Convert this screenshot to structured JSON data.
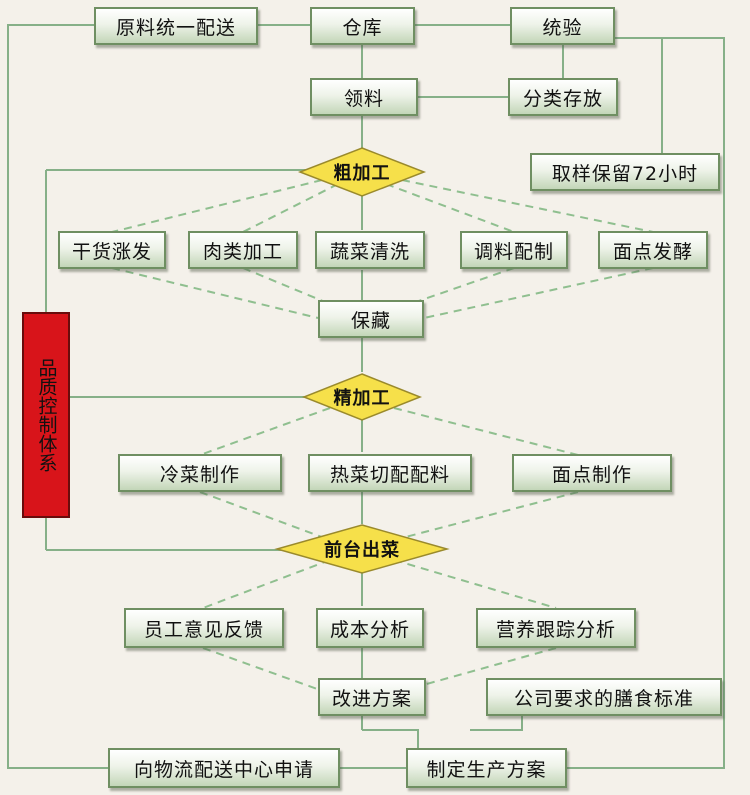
{
  "nodes": {
    "central_delivery": "原料统一配送",
    "warehouse": "仓库",
    "inspection": "统验",
    "requisition": "领料",
    "sorted_storage": "分类存放",
    "sample_retention": "取样保留72小时",
    "rough_processing": "粗加工",
    "dry_goods": "干货涨发",
    "meat_processing": "肉类加工",
    "vegetable_washing": "蔬菜清洗",
    "seasoning": "调料配制",
    "dough_fermentation": "面点发酵",
    "preservation": "保藏",
    "fine_processing": "精加工",
    "cold_dishes": "冷菜制作",
    "hot_dishes": "热菜切配配料",
    "pastry": "面点制作",
    "front_serving": "前台出菜",
    "staff_feedback": "员工意见反馈",
    "cost_analysis": "成本分析",
    "nutrition_tracking": "营养跟踪分析",
    "improvement_plan": "改进方案",
    "company_requirements": "公司要求的膳食标准",
    "logistics_request": "向物流配送中心申请",
    "production_plan": "制定生产方案",
    "quality_system": "品质控制体系"
  },
  "colors": {
    "box_border": "#6f8f62",
    "line_solid": "#86b088",
    "line_dashed": "#8fbf8f",
    "diamond_fill": "#f6e04a",
    "quality_fill": "#d8141a"
  }
}
